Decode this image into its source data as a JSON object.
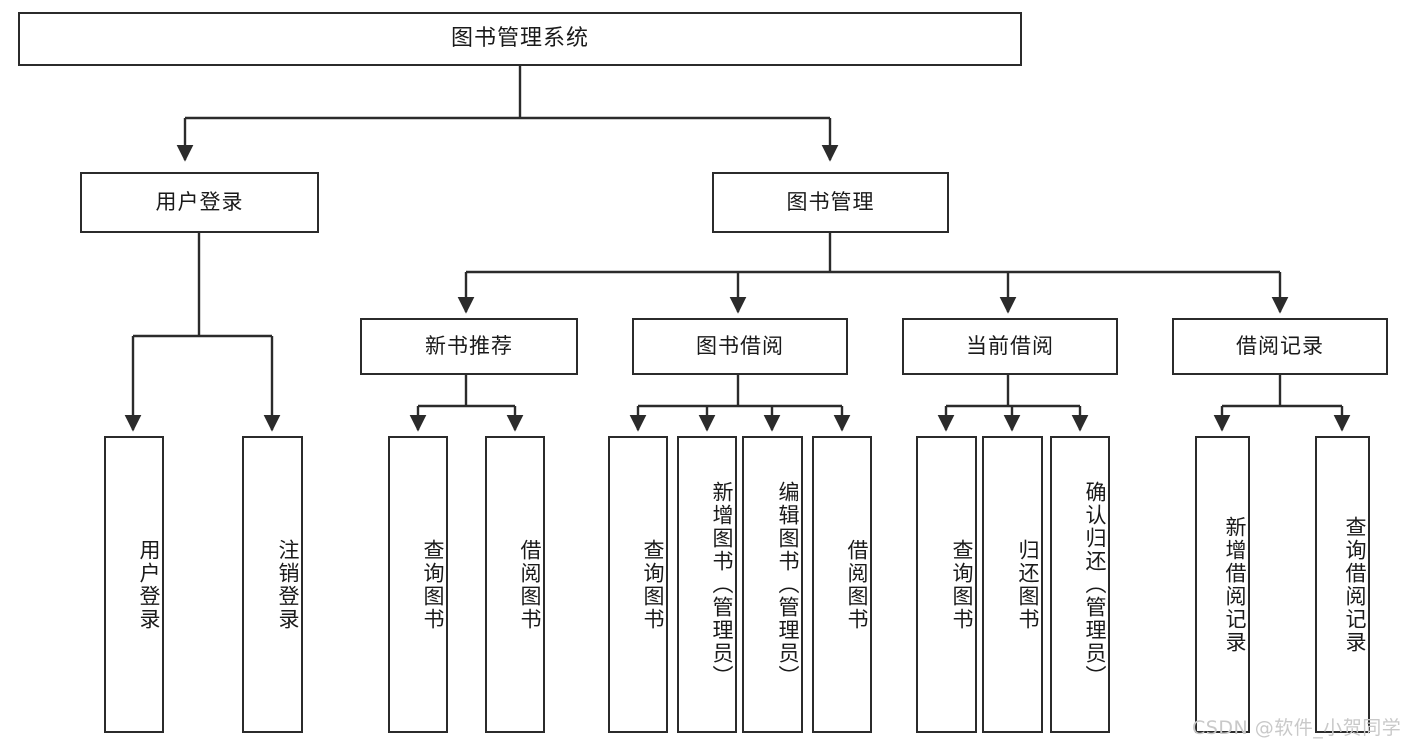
{
  "diagram": {
    "title": "图书管理系统",
    "type": "tree",
    "line_color": "#2b2b2b",
    "box_fill": "#ffffff",
    "text_color": "#1a1a1a"
  },
  "nodes": {
    "root": {
      "label": "图书管理系统"
    },
    "level1": [
      {
        "id": "user-login",
        "label": "用户登录"
      },
      {
        "id": "book-manage",
        "label": "图书管理"
      }
    ],
    "level2": [
      {
        "id": "new-book-recommend",
        "label": "新书推荐"
      },
      {
        "id": "book-borrow",
        "label": "图书借阅"
      },
      {
        "id": "current-borrow",
        "label": "当前借阅"
      },
      {
        "id": "borrow-record",
        "label": "借阅记录"
      }
    ],
    "leaves": {
      "user-login": [
        {
          "id": "leaf-user-login",
          "label": "用户登录"
        },
        {
          "id": "leaf-logout",
          "label": "注销登录"
        }
      ],
      "new-book-recommend": [
        {
          "id": "leaf-query-book-1",
          "label": "查询图书"
        },
        {
          "id": "leaf-borrow-book-1",
          "label": "借阅图书"
        }
      ],
      "book-borrow": [
        {
          "id": "leaf-query-book-2",
          "label": "查询图书"
        },
        {
          "id": "leaf-add-book",
          "label": "新增图书（管理员）"
        },
        {
          "id": "leaf-edit-book",
          "label": "编辑图书（管理员）"
        },
        {
          "id": "leaf-borrow-book-2",
          "label": "借阅图书"
        }
      ],
      "current-borrow": [
        {
          "id": "leaf-query-book-3",
          "label": "查询图书"
        },
        {
          "id": "leaf-return-book",
          "label": "归还图书"
        },
        {
          "id": "leaf-confirm-return",
          "label": "确认归还（管理员）"
        }
      ],
      "borrow-record": [
        {
          "id": "leaf-add-record",
          "label": "新增借阅记录"
        },
        {
          "id": "leaf-query-record",
          "label": "查询借阅记录"
        }
      ]
    }
  },
  "watermark": {
    "text": "CSDN @软件_小贺同学",
    "color": "#c9c9c9"
  }
}
